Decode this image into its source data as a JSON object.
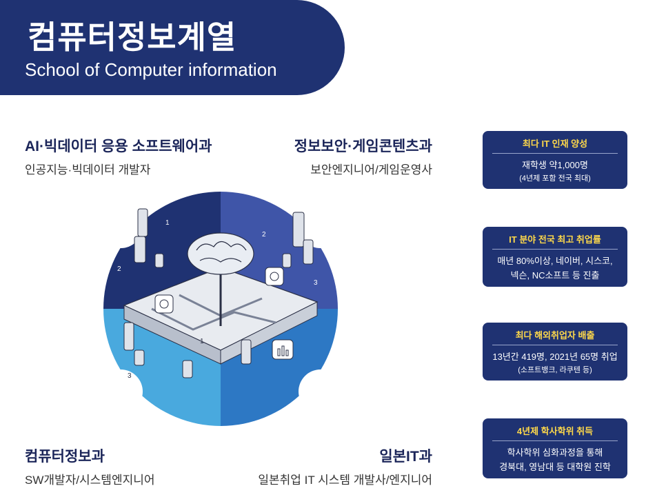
{
  "header": {
    "title": "컴퓨터정보계열",
    "subtitle": "School of Computer information"
  },
  "departments": [
    {
      "name": "AI·빅데이터 응용 소프트웨어과",
      "role": "인공지능·빅데이터 개발자"
    },
    {
      "name": "정보보안·게임콘텐츠과",
      "role": "보안엔지니어/게임운영사"
    },
    {
      "name": "컴퓨터정보과",
      "role": "SW개발자/시스템엔지니어"
    },
    {
      "name": "일본IT과",
      "role": "일본취업 IT 시스템 개발사/엔지니어"
    }
  ],
  "cards": [
    {
      "title": "최다 IT 인재 양성",
      "line1": "재학생 약1,000명",
      "line2": "(4년제 포함 전국 최대)"
    },
    {
      "title": "IT 분야 전국 최고 취업률",
      "line1": "매년 80%이상, 네이버, 시스코,",
      "line2": "넥슨, NC소프트 등 진출"
    },
    {
      "title": "최다 해외취업자 배출",
      "line1": "13년간 419명, 2021년 65명 취업",
      "line2": "(소프트뱅크, 라쿠텐 등)"
    },
    {
      "title": "4년제 학사학위 취득",
      "line1": "학사학위 심화과정을 통해",
      "line2": "경북대, 영남대 등 대학원 진학"
    }
  ],
  "illustration": {
    "labels": [
      "1",
      "2",
      "2",
      "3",
      "1",
      "3"
    ],
    "colors": {
      "navy": "#1f3272",
      "mid": "#3f55a8",
      "light": "#2d8fd0",
      "pale": "#49a9de"
    }
  }
}
